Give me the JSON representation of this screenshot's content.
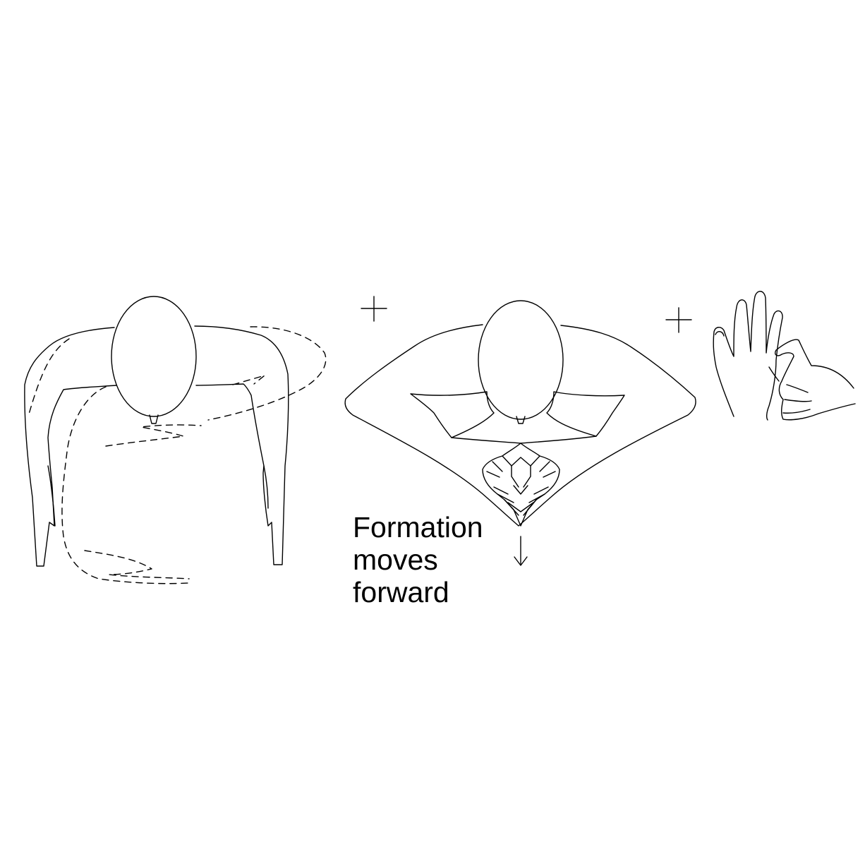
{
  "caption": {
    "line1": "Formation",
    "line2": "moves",
    "line3": "forward"
  },
  "symbols": {
    "plus": "+",
    "arrow": "down-arrow"
  },
  "colors": {
    "ink": "#000000",
    "background": "#ffffff"
  }
}
